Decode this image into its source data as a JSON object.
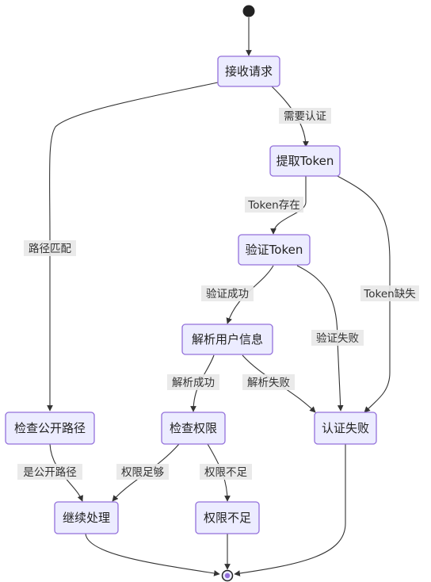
{
  "nodes": {
    "receive": "接收请求",
    "extract": "提取Token",
    "verify": "验证Token",
    "parse": "解析用户信息",
    "check_public": "检查公开路径",
    "check_perm": "检查权限",
    "auth_fail": "认证失败",
    "continue": "继续处理",
    "perm_deny": "权限不足"
  },
  "edges": {
    "need_auth": "需要认证",
    "path_match": "路径匹配",
    "token_exists": "Token存在",
    "token_missing": "Token缺失",
    "verify_ok": "验证成功",
    "verify_fail": "验证失败",
    "parse_ok": "解析成功",
    "parse_fail": "解析失败",
    "is_public": "是公开路径",
    "perm_ok": "权限足够",
    "perm_insufficient": "权限不足"
  },
  "colors": {
    "node_fill": "#ECECFF",
    "node_stroke": "#9370DB",
    "edge": "#333333",
    "label_bg": "#e8e8e8"
  }
}
